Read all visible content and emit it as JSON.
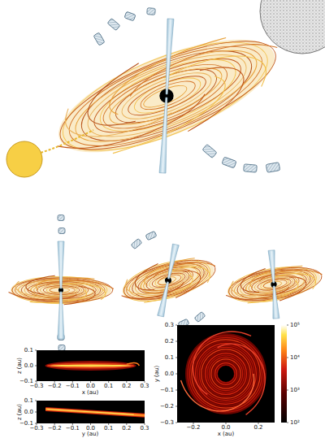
{
  "diagram": {
    "labels": [
      "0.1",
      "0.0",
      "−0.1",
      "z (au)",
      "−0.3",
      "−0.2",
      "−0.1",
      "0.0",
      "0.1",
      "0.2",
      "0.3",
      "x (au)",
      "0.1",
      "0.0",
      "−0.1",
      "z (au)",
      "−0.3",
      "−0.2",
      "−0.1",
      "0.0",
      "0.1",
      "0.2",
      "0.3",
      "y (au)",
      "0.3",
      "0.2",
      "0.1",
      "0.0",
      "−0.1",
      "−0.2",
      "−0.3",
      "y (au)",
      "−0.2",
      "0.0",
      "0.2",
      "x (au)",
      "10⁵",
      "10⁴",
      "10³",
      "10²"
    ]
  }
}
